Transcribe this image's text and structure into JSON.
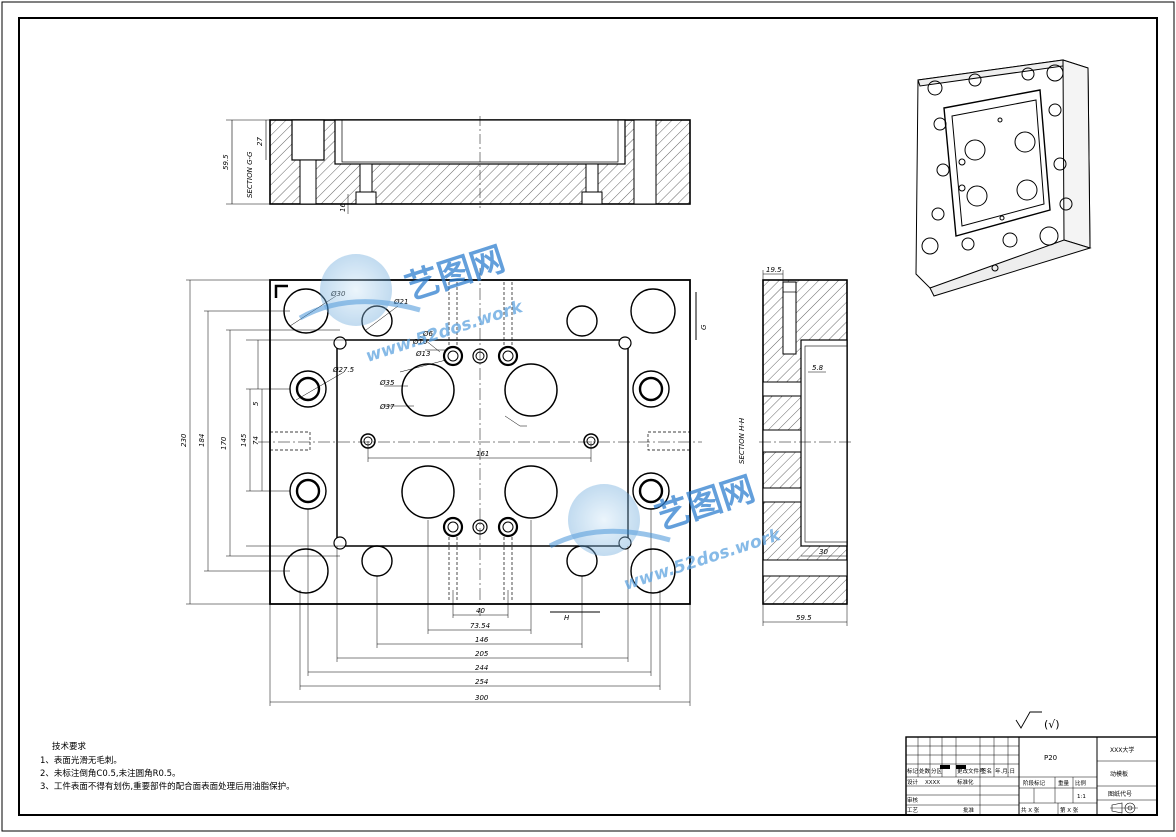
{
  "views": {
    "section_gg_label": "SECTION G-G",
    "section_hh_label": "SECTION H-H",
    "cut_g": "G",
    "cut_h": "H"
  },
  "dimensions": {
    "top_height": "59.5",
    "top_upper": "27",
    "top_small": "16",
    "dia30": "Ø30",
    "dia21": "Ø21",
    "dia6": "Ø6",
    "dia10": "Ø10",
    "dia13": "Ø13",
    "dia27_5": "Ø27.5",
    "dia35": "Ø35",
    "dia37": "Ø37",
    "v230": "230",
    "v184": "184",
    "v170": "170",
    "v145": "145",
    "v74": "74",
    "v5": "5",
    "h161": "161",
    "h40": "40",
    "h73_54": "73.54",
    "h146": "146",
    "h205": "205",
    "h244": "244",
    "h254": "254",
    "h300": "300",
    "side_19_5": "19.5",
    "side_5_8": "5.8",
    "side_30": "30",
    "side_59_5": "59.5"
  },
  "roughness": {
    "symbol": "√",
    "text": "(√)"
  },
  "tech_notes": {
    "title": "技术要求",
    "lines": [
      "1、表面光滑无毛刺。",
      "2、未标注倒角C0.5,未注圆角R0.5。",
      "3、工件表面不得有划伤,重要部件的配合面表面处理后用油脂保护。"
    ]
  },
  "title_block": {
    "material": "P20",
    "school": "XXX大学",
    "part_name": "动模板",
    "drawing_no_label": "图纸代号",
    "scale": "1:1",
    "labels": {
      "mark": "标记",
      "count": "处数",
      "zone": "分区",
      "doc_no": "更改文件号",
      "sign": "签名",
      "date": "年.月.日",
      "design": "设计",
      "designer": "XXXX",
      "std": "标准化",
      "stage_mark": "阶段标记",
      "weight": "重量",
      "ratio": "比例",
      "check": "审核",
      "craft": "工艺",
      "approve": "批准",
      "sheets_total": "共 X 张",
      "sheet_no": "第 X 张"
    }
  },
  "watermark": {
    "cn": "艺图网",
    "url": "www.52dos.work"
  }
}
